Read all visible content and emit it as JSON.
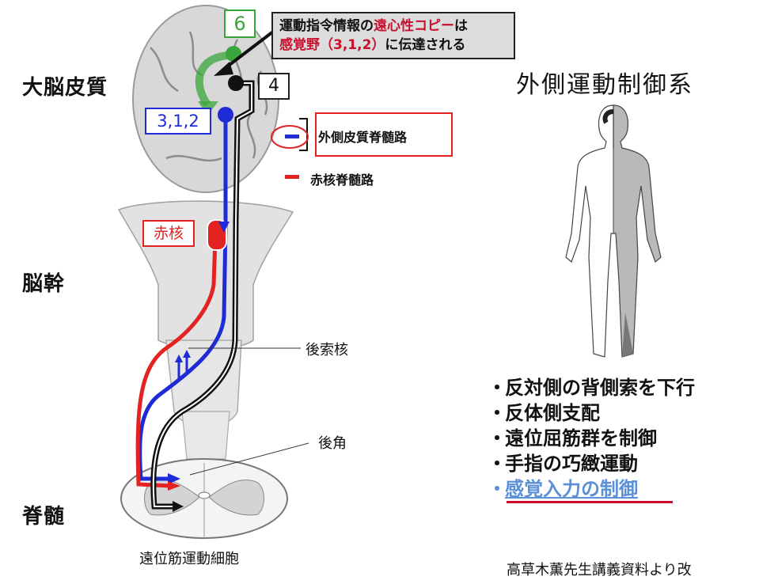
{
  "callout": {
    "line1_a": "運動指令情報の",
    "line1_b": "遠心性コピー",
    "line1_c": "は",
    "line2_a": "感覚野（3,1,2）",
    "line2_b": "に伝達される"
  },
  "regions": {
    "cortex": "大脳皮質",
    "brainstem": "脳幹",
    "spinal_cord": "脊髄"
  },
  "area_labels": {
    "area6": "6",
    "area4": "4",
    "area312": "3,1,2",
    "red_nucleus": "赤核",
    "dorsal_column_nucleus": "後索核",
    "dorsal_horn": "後角",
    "distal_motor_neuron": "遠位筋運動細胞"
  },
  "legend": {
    "lateral_corticospinal": "外側皮質脊髄路",
    "rubrospinal": "赤核脊髄路"
  },
  "title": "外側運動制御系",
  "bullets": {
    "marker": "・",
    "items": [
      "反対側の背側索を下行",
      "反体側支配",
      "遠位屈筋群を制御",
      "手指の巧緻運動"
    ],
    "highlight": "感覚入力の制御"
  },
  "credit": "高草木薫先生講義資料より改",
  "colors": {
    "blue_tract": "#1f2bd6",
    "red_tract": "#e32222",
    "black_tract": "#111111",
    "area6_green": "#3aa53a",
    "highlight_blue": "#5b8fd6",
    "highlight_underline": "#c8102e"
  }
}
